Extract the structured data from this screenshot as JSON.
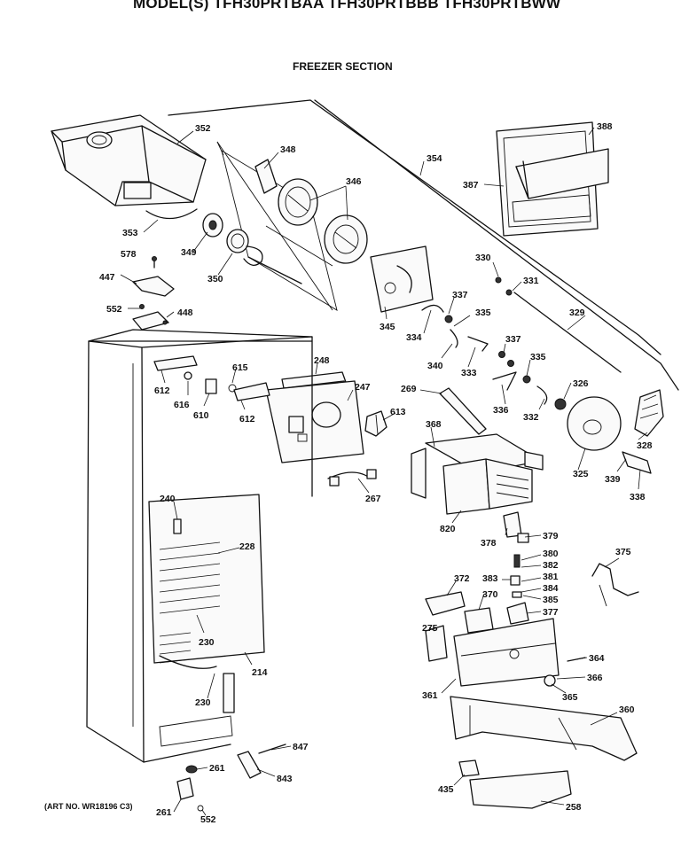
{
  "header": {
    "title": "MODEL(S) TFH30PRTBAA  TFH30PRTBBB  TFH30PRTBWW",
    "section": "FREEZER SECTION"
  },
  "footer": {
    "art_no": "(ART NO. WR18196 C3)"
  },
  "callouts": [
    {
      "id": "352",
      "label": "352"
    },
    {
      "id": "348",
      "label": "348"
    },
    {
      "id": "346",
      "label": "346"
    },
    {
      "id": "354",
      "label": "354"
    },
    {
      "id": "388",
      "label": "388"
    },
    {
      "id": "387",
      "label": "387"
    },
    {
      "id": "353",
      "label": "353"
    },
    {
      "id": "349",
      "label": "349"
    },
    {
      "id": "578",
      "label": "578"
    },
    {
      "id": "350",
      "label": "350"
    },
    {
      "id": "447",
      "label": "447"
    },
    {
      "id": "552a",
      "label": "552"
    },
    {
      "id": "448",
      "label": "448"
    },
    {
      "id": "345",
      "label": "345"
    },
    {
      "id": "330",
      "label": "330"
    },
    {
      "id": "331",
      "label": "331"
    },
    {
      "id": "337a",
      "label": "337"
    },
    {
      "id": "335a",
      "label": "335"
    },
    {
      "id": "329",
      "label": "329"
    },
    {
      "id": "334",
      "label": "334"
    },
    {
      "id": "340",
      "label": "340"
    },
    {
      "id": "333",
      "label": "333"
    },
    {
      "id": "337b",
      "label": "337"
    },
    {
      "id": "335b",
      "label": "335"
    },
    {
      "id": "248",
      "label": "248"
    },
    {
      "id": "615",
      "label": "615"
    },
    {
      "id": "612a",
      "label": "612"
    },
    {
      "id": "616",
      "label": "616"
    },
    {
      "id": "610",
      "label": "610"
    },
    {
      "id": "612b",
      "label": "612"
    },
    {
      "id": "247",
      "label": "247"
    },
    {
      "id": "269",
      "label": "269"
    },
    {
      "id": "326",
      "label": "326"
    },
    {
      "id": "336",
      "label": "336"
    },
    {
      "id": "332",
      "label": "332"
    },
    {
      "id": "613",
      "label": "613"
    },
    {
      "id": "368",
      "label": "368"
    },
    {
      "id": "328",
      "label": "328"
    },
    {
      "id": "325",
      "label": "325"
    },
    {
      "id": "339",
      "label": "339"
    },
    {
      "id": "338",
      "label": "338"
    },
    {
      "id": "267",
      "label": "267"
    },
    {
      "id": "240",
      "label": "240"
    },
    {
      "id": "820",
      "label": "820"
    },
    {
      "id": "378",
      "label": "378"
    },
    {
      "id": "379",
      "label": "379"
    },
    {
      "id": "228",
      "label": "228"
    },
    {
      "id": "380",
      "label": "380"
    },
    {
      "id": "382",
      "label": "382"
    },
    {
      "id": "375",
      "label": "375"
    },
    {
      "id": "383",
      "label": "383"
    },
    {
      "id": "381",
      "label": "381"
    },
    {
      "id": "372",
      "label": "372"
    },
    {
      "id": "384",
      "label": "384"
    },
    {
      "id": "370",
      "label": "370"
    },
    {
      "id": "385",
      "label": "385"
    },
    {
      "id": "377",
      "label": "377"
    },
    {
      "id": "275",
      "label": "275"
    },
    {
      "id": "230a",
      "label": "230"
    },
    {
      "id": "364",
      "label": "364"
    },
    {
      "id": "214",
      "label": "214"
    },
    {
      "id": "366",
      "label": "366"
    },
    {
      "id": "361",
      "label": "361"
    },
    {
      "id": "365",
      "label": "365"
    },
    {
      "id": "230b",
      "label": "230"
    },
    {
      "id": "360",
      "label": "360"
    },
    {
      "id": "847",
      "label": "847"
    },
    {
      "id": "261a",
      "label": "261"
    },
    {
      "id": "843",
      "label": "843"
    },
    {
      "id": "435",
      "label": "435"
    },
    {
      "id": "258",
      "label": "258"
    },
    {
      "id": "261b",
      "label": "261"
    },
    {
      "id": "552b",
      "label": "552"
    }
  ]
}
